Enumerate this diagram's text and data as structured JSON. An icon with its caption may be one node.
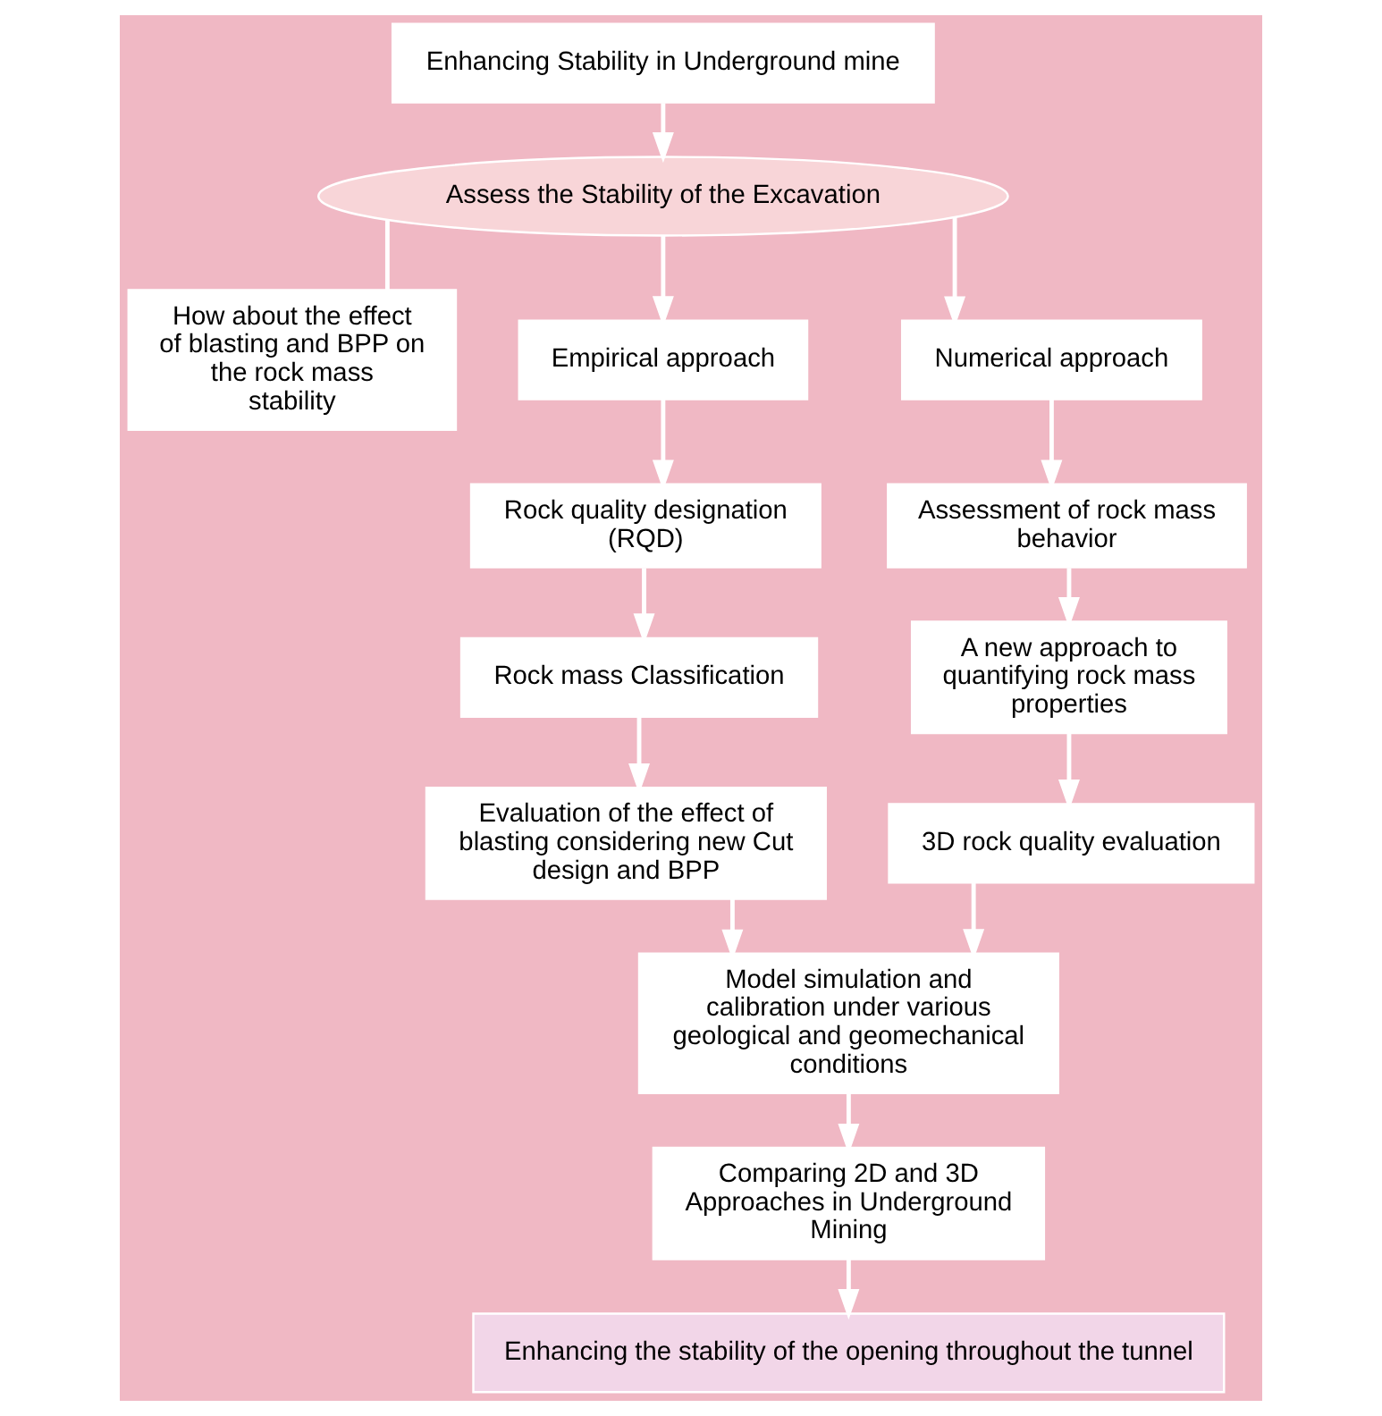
{
  "diagram": {
    "nodes": [
      {
        "text": [
          "Enhancing Stability in Underground mine"
        ]
      },
      {
        "text": [
          "Assess the Stability of the Excavation"
        ]
      },
      {
        "text": [
          "How about the effect of blasting and BPP on the rock mass stability"
        ]
      },
      {
        "text": [
          "Empirical approach"
        ]
      },
      {
        "text": [
          "Rock quality designation (RQD)"
        ]
      },
      {
        "text": [
          "Rock mass Classification"
        ]
      },
      {
        "text": [
          "Evaluation of the effect of blasting considering new Cut design and BPP"
        ]
      },
      {
        "text": [
          "Numerical approach"
        ]
      },
      {
        "text": [
          "Assessment of rock mass behavior"
        ]
      },
      {
        "text": [
          "A new approach to quantifying rock mass properties"
        ]
      },
      {
        "text": [
          "3D rock quality evaluation"
        ]
      },
      {
        "text": [
          "Model simulation and calibration under various geological and geomechanical conditions"
        ]
      },
      {
        "text": [
          "Comparing 2D and 3D Approaches in Underground Mining"
        ]
      },
      {
        "text": [
          "Enhancing the stability of the opening throughout the tunnel"
        ]
      }
    ],
    "edges": [
      {
        "from": 0,
        "to": 1,
        "arrow": "to"
      },
      {
        "from": 1,
        "to": 2,
        "arrow": "none"
      },
      {
        "from": 1,
        "to": 3,
        "arrow": "to"
      },
      {
        "from": 1,
        "to": 7,
        "arrow": "to"
      },
      {
        "from": 3,
        "to": 4,
        "arrow": "to"
      },
      {
        "from": 4,
        "to": 5,
        "arrow": "to"
      },
      {
        "from": 5,
        "to": 6,
        "arrow": "to"
      },
      {
        "from": 7,
        "to": 8,
        "arrow": "to"
      },
      {
        "from": 8,
        "to": 9,
        "arrow": "to"
      },
      {
        "from": 9,
        "to": 10,
        "arrow": "to"
      },
      {
        "from": 6,
        "to": 11,
        "arrow": "to"
      },
      {
        "from": 10,
        "to": 11,
        "arrow": "to"
      },
      {
        "from": 11,
        "to": 12,
        "arrow": "to"
      },
      {
        "from": 12,
        "to": 13,
        "arrow": "to"
      }
    ]
  }
}
